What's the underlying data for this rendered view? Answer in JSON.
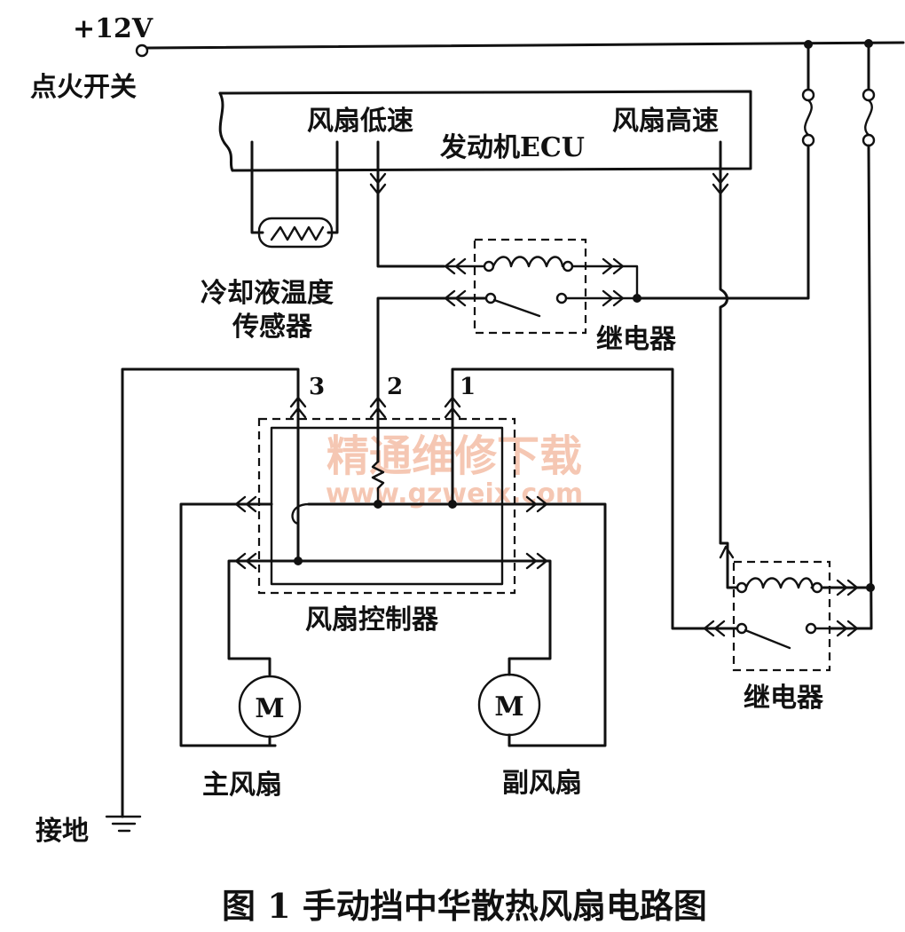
{
  "labels": {
    "supply": "+12V",
    "ignition": "点火开关",
    "fan_low": "风扇低速",
    "fan_high": "风扇高速",
    "ecu": "发动机ECU",
    "sensor_line1": "冷却液温度",
    "sensor_line2": "传感器",
    "relay_top": "继电器",
    "relay_bottom": "继电器",
    "pin3": "3",
    "pin2": "2",
    "pin1": "1",
    "controller": "风扇控制器",
    "motor_main": "M",
    "motor_aux": "M",
    "main_fan": "主风扇",
    "aux_fan": "副风扇",
    "ground": "接地",
    "caption": "图 1  手动挡中华散热风扇电路图"
  },
  "watermark": {
    "title": "精通维修下载",
    "url": "www.gzweix.com",
    "color": "#f2b49a"
  }
}
